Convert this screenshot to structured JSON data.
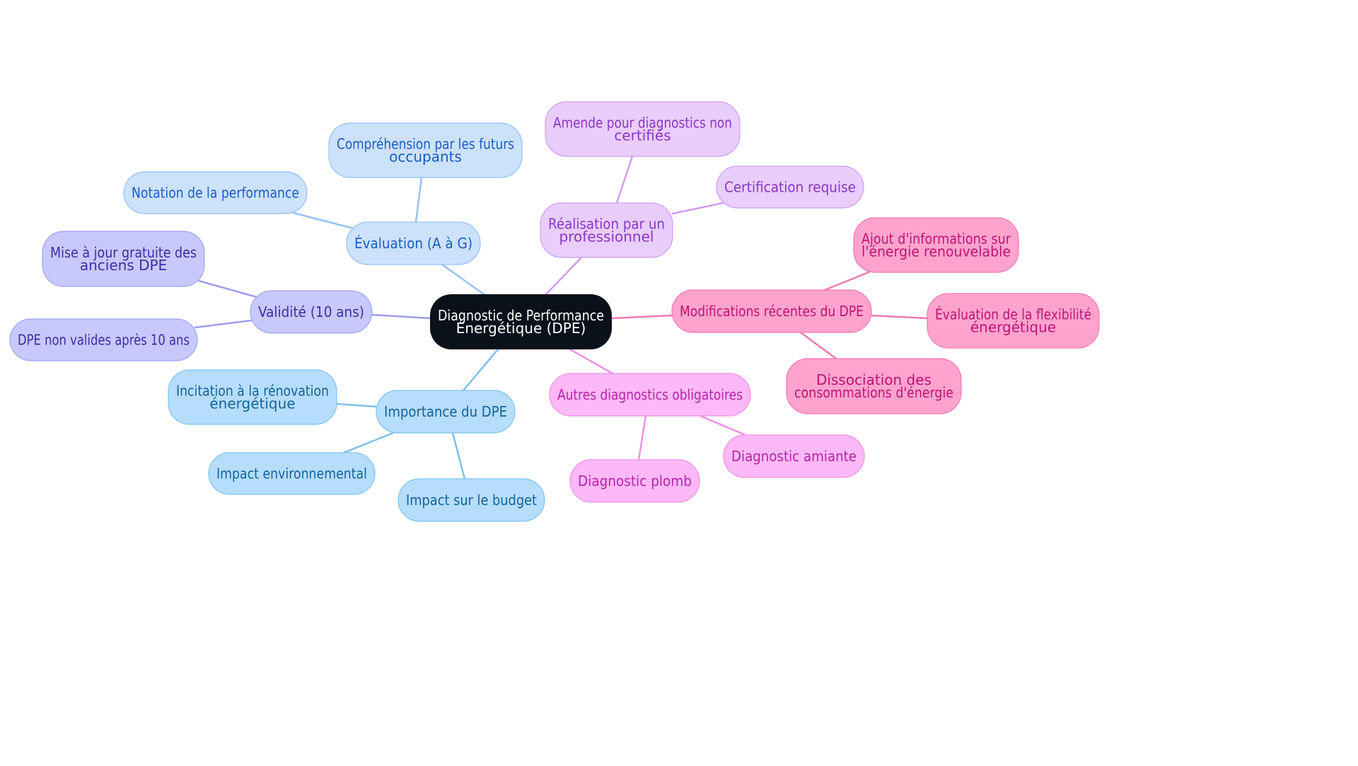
{
  "center": {
    "label": [
      "Diagnostic de Performance",
      "Énergétique (DPE)"
    ]
  },
  "branches": [
    {
      "id": "evaluation",
      "label": [
        "Évaluation (A à G)"
      ],
      "colors": {
        "fill": "#CCE1FC",
        "stroke": "#93C1F7",
        "text": "#1A5CC4",
        "line": "#93C1F7"
      },
      "children": [
        {
          "id": "comprehension",
          "label": [
            "Compréhension par les futurs",
            "occupants"
          ]
        },
        {
          "id": "notation",
          "label": [
            "Notation de la performance"
          ]
        }
      ]
    },
    {
      "id": "validite",
      "label": [
        "Validité (10 ans)"
      ],
      "colors": {
        "fill": "#C7C8FC",
        "stroke": "#A3A4F0",
        "text": "#3730A3",
        "line": "#9E9DEB"
      },
      "children": [
        {
          "id": "mise-a-jour",
          "label": [
            "Mise à jour gratuite des",
            "anciens DPE"
          ]
        },
        {
          "id": "non-valides",
          "label": [
            "DPE non valides après 10 ans"
          ]
        }
      ]
    },
    {
      "id": "importance",
      "label": [
        "Importance du DPE"
      ],
      "colors": {
        "fill": "#B6DDFB",
        "stroke": "#7DC3F0",
        "text": "#12639C",
        "line": "#7DC0EC"
      },
      "children": [
        {
          "id": "incitation",
          "label": [
            "Incitation à la rénovation",
            "énergétique"
          ]
        },
        {
          "id": "environnement",
          "label": [
            "Impact environnemental"
          ]
        },
        {
          "id": "budget",
          "label": [
            "Impact sur le budget"
          ]
        }
      ]
    },
    {
      "id": "realisation",
      "label": [
        "Réalisation par un",
        "professionnel"
      ],
      "colors": {
        "fill": "#E8CDFD",
        "stroke": "#D09CF5",
        "text": "#8A35C4",
        "line": "#D39BF2"
      },
      "children": [
        {
          "id": "amende",
          "label": [
            "Amende pour diagnostics non",
            "certifiés"
          ]
        },
        {
          "id": "certification",
          "label": [
            "Certification requise"
          ]
        }
      ]
    },
    {
      "id": "modifications",
      "label": [
        "Modifications récentes du DPE"
      ],
      "colors": {
        "fill": "#FDA3CE",
        "stroke": "#F577B4",
        "text": "#BE1373",
        "line": "#EE79B0"
      },
      "children": [
        {
          "id": "ajout",
          "label": [
            "Ajout d'informations sur",
            "l'énergie renouvelable"
          ]
        },
        {
          "id": "flexibilite",
          "label": [
            "Évaluation de la flexibilité",
            "énergétique"
          ]
        },
        {
          "id": "dissociation",
          "label": [
            "Dissociation des",
            "consommations d'énergie"
          ]
        }
      ]
    },
    {
      "id": "autres",
      "label": [
        "Autres diagnostics obligatoires"
      ],
      "colors": {
        "fill": "#FDB8F7",
        "stroke": "#F08FE6",
        "text": "#B524AA",
        "line": "#F090E6"
      },
      "children": [
        {
          "id": "amiante",
          "label": [
            "Diagnostic amiante"
          ]
        },
        {
          "id": "plomb",
          "label": [
            "Diagnostic plomb"
          ]
        }
      ]
    }
  ],
  "colors": {
    "center_fill": "#0B111B",
    "center_text": "#FFFFFF"
  }
}
